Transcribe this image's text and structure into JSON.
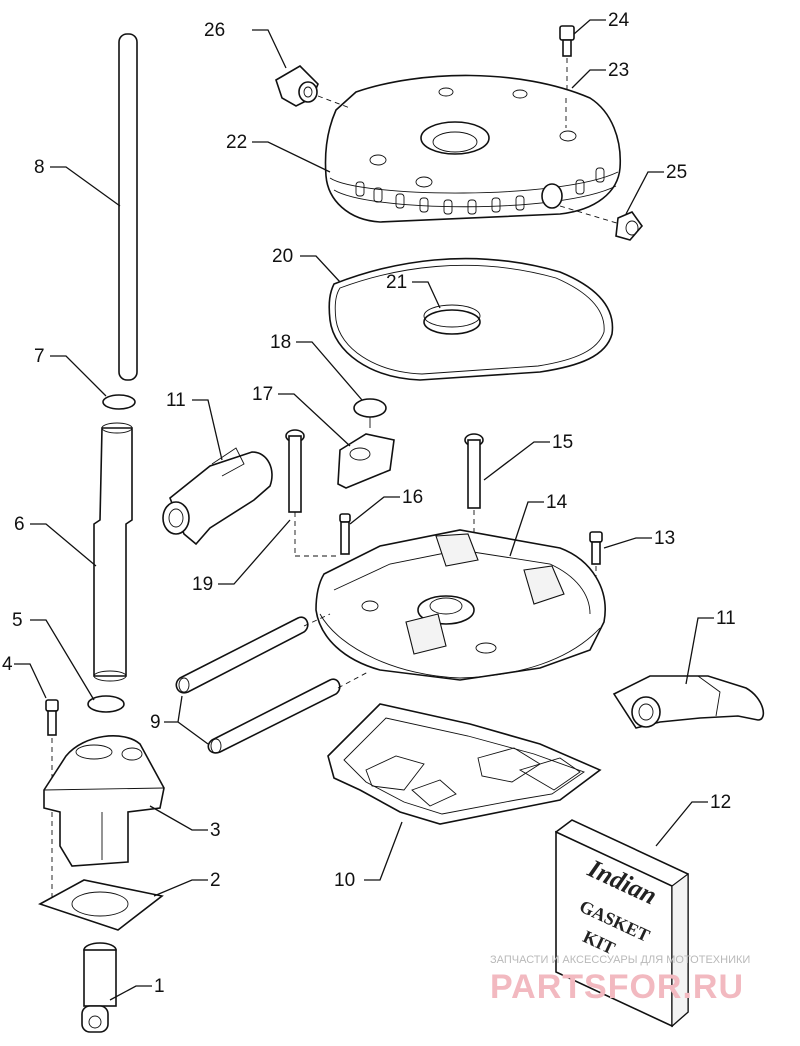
{
  "callouts": [
    {
      "label": "1"
    },
    {
      "label": "2"
    },
    {
      "label": "3"
    },
    {
      "label": "4"
    },
    {
      "label": "5"
    },
    {
      "label": "6"
    },
    {
      "label": "7"
    },
    {
      "label": "8"
    },
    {
      "label": "9"
    },
    {
      "label": "10"
    },
    {
      "label": "11"
    },
    {
      "label": "11"
    },
    {
      "label": "12"
    },
    {
      "label": "13"
    },
    {
      "label": "14"
    },
    {
      "label": "15"
    },
    {
      "label": "16"
    },
    {
      "label": "17"
    },
    {
      "label": "18"
    },
    {
      "label": "19"
    },
    {
      "label": "20"
    },
    {
      "label": "21"
    },
    {
      "label": "22"
    },
    {
      "label": "23"
    },
    {
      "label": "24"
    },
    {
      "label": "25"
    },
    {
      "label": "26"
    }
  ],
  "gasket_kit": {
    "brand": "Indian",
    "line1": "GASKET",
    "line2": "KIT"
  },
  "watermark": {
    "tagline": "ЗАПЧАСТИ И АКСЕССУАРЫ ДЛЯ МОТОТЕХНИКИ",
    "site": "PARTSFOR.RU"
  }
}
